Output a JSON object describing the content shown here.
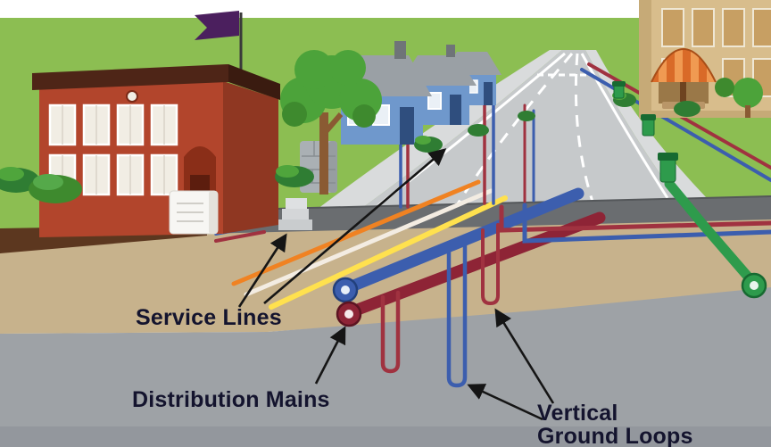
{
  "labels": {
    "service_lines": "Service Lines",
    "distribution_mains": "Distribution Mains",
    "vertical_ground_loops_line1": "Vertical",
    "vertical_ground_loops_line2": "Ground Loops"
  },
  "colors": {
    "sky": "#FFFFFF",
    "grass": "#8CBE52",
    "soil": "#C7B28C",
    "rock": "#9EA2A6",
    "rock_dark": "#93979D",
    "lawn_edge": "#5C371F",
    "road": "#C6C9CB",
    "sidewalk": "#D9DBDC",
    "street_band": "#6A6D70",
    "school_brick": "#B2452C",
    "school_brick_side": "#8F3722",
    "roof_dark": "#4E2517",
    "house_blue": "#6F98CC",
    "roof_gray": "#9AA0A5",
    "building_tan": "#D8BD8C",
    "awning_orange": "#D96A28",
    "flag_purple": "#4B1F5E",
    "tree_green": "#4CA33A",
    "bush_green": "#2F7D33",
    "pipe_orange": "#F08222",
    "pipe_yellow": "#FFE14E",
    "pipe_white": "#F3ECE2",
    "pipe_blue": "#3C5EAE",
    "pipe_red": "#A03240",
    "main_red_dark": "#8E2436",
    "pipe_green": "#2E9B4C",
    "label_text": "#14142E",
    "arrow_black": "#151515"
  }
}
